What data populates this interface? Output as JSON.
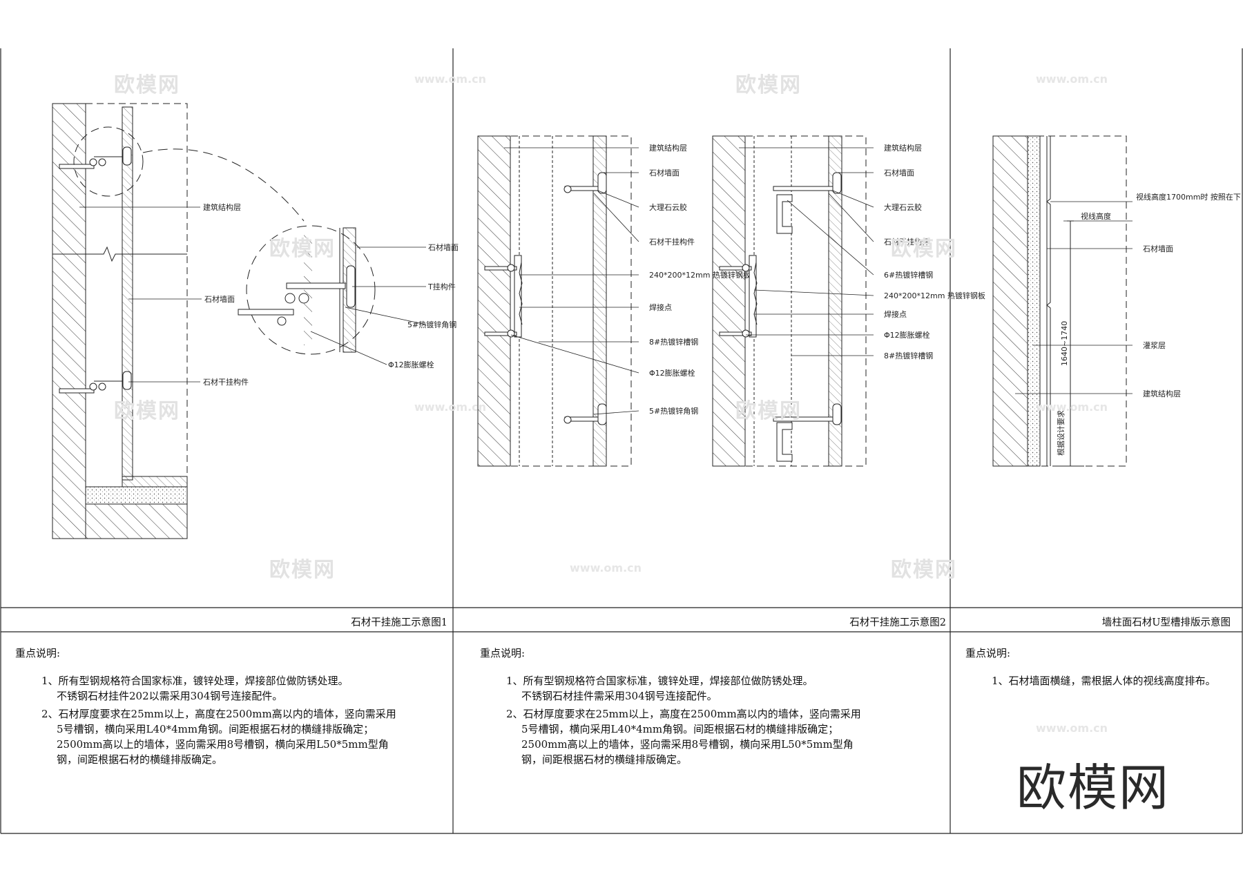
{
  "panels": [
    {
      "title": "石材干挂施工示意图1",
      "labels": [
        "建筑结构层",
        "石材墙面",
        "石材干挂构件"
      ],
      "detail_labels": [
        "石材墙面",
        "T挂构件",
        "5#热镀锌角钢",
        "Φ12膨胀螺栓"
      ]
    },
    {
      "title": "石材干挂施工示意图2",
      "labels_a": [
        "建筑结构层",
        "石材墙面",
        "大理石云胶",
        "石材干挂构件",
        "240*200*12mm 热镀锌钢板",
        "焊接点",
        "8#热镀锌槽钢",
        "Φ12膨胀螺栓",
        "5#热镀锌角钢"
      ],
      "labels_b": [
        "建筑结构层",
        "石材墙面",
        "大理石云胶",
        "石材干挂构件",
        "6#热镀锌槽钢",
        "240*200*12mm 热镀锌钢板",
        "焊接点",
        "Φ12膨胀螺栓",
        "8#热镀锌槽钢"
      ]
    },
    {
      "title": "墙柱面石材U型槽排版示意图",
      "labels": [
        "视线高度1700mm时 按照在下",
        "视线高度",
        "石材墙面",
        "灌浆层",
        "建筑结构层"
      ],
      "dim_labels": [
        "1640~1740",
        "根据设计要求"
      ]
    }
  ],
  "notes": [
    {
      "head": "重点说明:",
      "items": [
        {
          "lead": "1、所有型钢规格符合国家标准，镀锌处理，焊接部位做防锈处理。",
          "sub": "不锈钢石材挂件202以需采用304钢号连接配件。"
        },
        {
          "lead": "2、石材厚度要求在25mm以上，高度在2500mm高以内的墙体，竖向需采用5号槽钢，横向采用L40*4mm角钢。间距根据石材的横缝排版确定；2500mm高以上的墙体，竖向需采用8号槽钢，横向采用L50*5mm型角钢，间距根据石材的横缝排版确定。",
          "sub": ""
        }
      ]
    },
    {
      "head": "重点说明:",
      "items": [
        {
          "lead": "1、所有型钢规格符合国家标准，镀锌处理，焊接部位做防锈处理。",
          "sub": "不锈钢石材挂件需采用304钢号连接配件。"
        },
        {
          "lead": "2、石材厚度要求在25mm以上，高度在2500mm高以内的墙体，竖向需采用5号槽钢，横向采用L40*4mm角钢。间距根据石材的横缝排版确定；2500mm高以上的墙体，竖向需采用8号槽钢，横向采用L50*5mm型角钢，间距根据石材的横缝排版确定。",
          "sub": ""
        }
      ]
    },
    {
      "head": "重点说明:",
      "items": [
        {
          "lead": "1、石材墙面横缝，需根据人体的视线高度排布。",
          "sub": ""
        }
      ]
    }
  ],
  "watermark": {
    "text": "欧模网",
    "url": "www.om.cn",
    "brand": "欧模网"
  }
}
